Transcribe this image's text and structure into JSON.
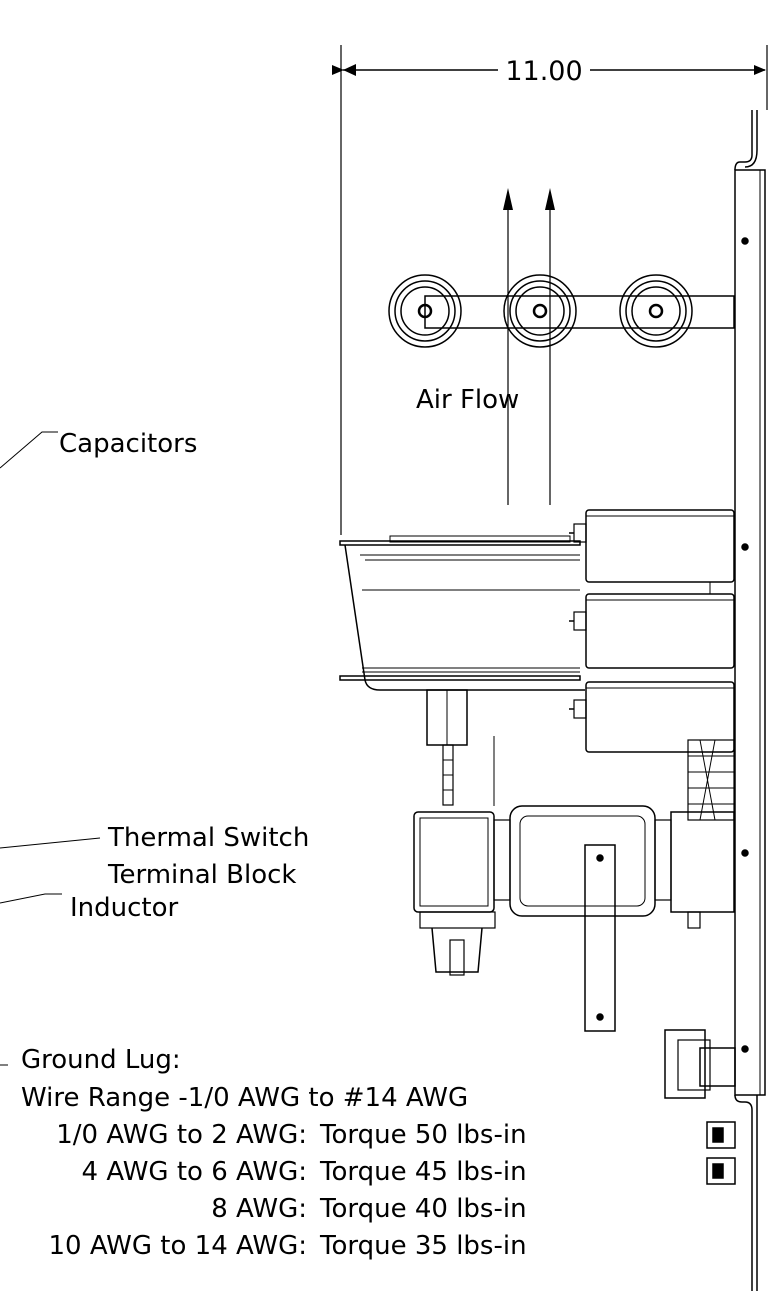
{
  "dimension": {
    "value": "11.00"
  },
  "callouts": {
    "air_flow": "Air Flow",
    "capacitors": "Capacitors",
    "thermal_switch_1": "Thermal Switch",
    "thermal_switch_2": "Terminal Block",
    "inductor": "Inductor"
  },
  "ground_lug": {
    "title": "Ground Lug:",
    "wire_range": "Wire Range -1/0 AWG to #14 AWG",
    "torque_rows": [
      {
        "gauge": "1/0 AWG to 2 AWG:",
        "torque": "Torque 50 lbs-in"
      },
      {
        "gauge": "4 AWG to 6 AWG:",
        "torque": "Torque 45 lbs-in"
      },
      {
        "gauge": "8 AWG:",
        "torque": "Torque 40 lbs-in"
      },
      {
        "gauge": "10 AWG to 14 AWG:",
        "torque": "Torque 35 lbs-in"
      }
    ]
  }
}
